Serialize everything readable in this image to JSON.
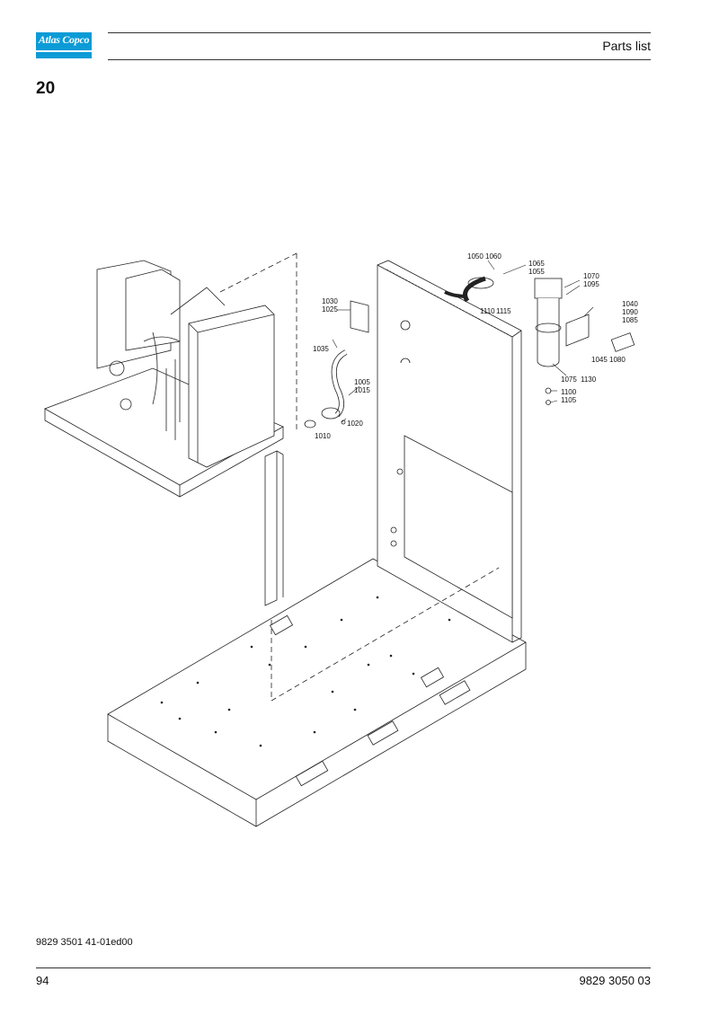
{
  "header": {
    "logo_text": "Atlas Copco",
    "title": "Parts list",
    "brand_color": "#0b9bd6"
  },
  "section_number": "20",
  "callouts": [
    {
      "key": "c1050",
      "text": "1050"
    },
    {
      "key": "c1060",
      "text": "1060"
    },
    {
      "key": "c1065",
      "text": "1065"
    },
    {
      "key": "c1055",
      "text": "1055"
    },
    {
      "key": "c1070",
      "text": "1070"
    },
    {
      "key": "c1095",
      "text": "1095"
    },
    {
      "key": "c1030",
      "text": "1030"
    },
    {
      "key": "c1025",
      "text": "1025"
    },
    {
      "key": "c1110",
      "text": "1110"
    },
    {
      "key": "c1115",
      "text": "1115"
    },
    {
      "key": "c1040",
      "text": "1040"
    },
    {
      "key": "c1090",
      "text": "1090"
    },
    {
      "key": "c1085",
      "text": "1085"
    },
    {
      "key": "c1035",
      "text": "1035"
    },
    {
      "key": "c1045",
      "text": "1045"
    },
    {
      "key": "c1080",
      "text": "1080"
    },
    {
      "key": "c1005",
      "text": "1005"
    },
    {
      "key": "c1015",
      "text": "1015"
    },
    {
      "key": "c1075",
      "text": "1075"
    },
    {
      "key": "c1130",
      "text": "1130"
    },
    {
      "key": "c1100",
      "text": "1100"
    },
    {
      "key": "c1105",
      "text": "1105"
    },
    {
      "key": "c1020",
      "text": "1020"
    },
    {
      "key": "c1010",
      "text": "1010"
    }
  ],
  "footer": {
    "doc_ref": "9829 3501 41-01ed00",
    "page_number": "94",
    "manual_ref": "9829 3050 03"
  }
}
